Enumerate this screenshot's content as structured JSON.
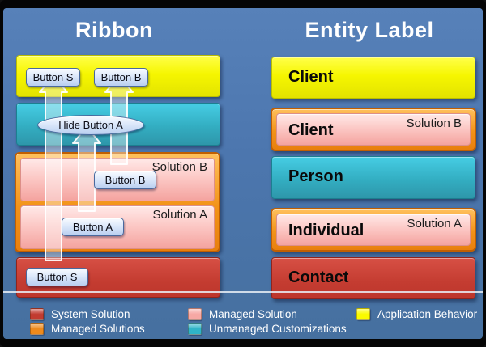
{
  "ribbon": {
    "title": "Ribbon",
    "top_buttons": [
      "Button S",
      "Button B"
    ],
    "hide_pill": "Hide Button A",
    "solution_b": {
      "tag": "Solution B",
      "button": "Button B"
    },
    "solution_a": {
      "tag": "Solution A",
      "button": "Button A"
    },
    "system_button": "Button S"
  },
  "entity": {
    "title": "Entity Label",
    "bars": [
      {
        "label": "Client",
        "layer": "application-behavior"
      },
      {
        "label": "Client",
        "tag": "Solution B",
        "layer": "managed-solution-b"
      },
      {
        "label": "Person",
        "layer": "unmanaged-customizations"
      },
      {
        "label": "Individual",
        "tag": "Solution A",
        "layer": "managed-solution-a"
      },
      {
        "label": "Contact",
        "layer": "system-solution"
      }
    ]
  },
  "legend": {
    "items": [
      {
        "label": "System Solution",
        "color": "#c23b30"
      },
      {
        "label": "Managed Solution",
        "color": "#f6a8a4"
      },
      {
        "label": "Application Behavior",
        "color": "#fbfb00"
      },
      {
        "label": "Managed Solutions",
        "color": "#ee8a1c"
      },
      {
        "label": "Unmanaged Customizations",
        "color": "#2fb4c8"
      }
    ]
  },
  "colors": {
    "background": "#4c76ae",
    "frame": "#050505",
    "application_behavior": "#f6f600",
    "unmanaged": "#33aec2",
    "managed_frame": "#f29318",
    "managed_fill": "#f8bcb9",
    "system": "#c43c31",
    "button_fill": "#d9e6fa",
    "arrow": "#ffffff"
  }
}
